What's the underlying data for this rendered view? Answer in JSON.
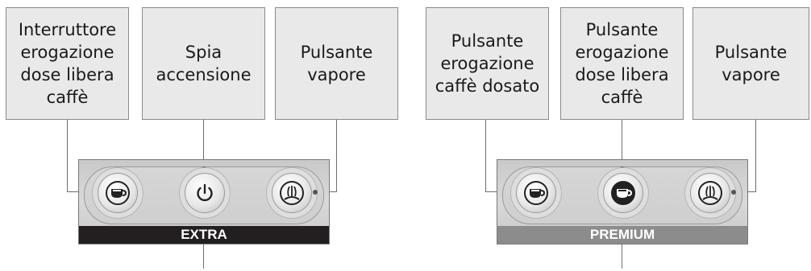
{
  "extra": {
    "labels": [
      "Interruttore\nerogazione\ndose libera\ncaffè",
      "Spia\naccensione",
      "Pulsante\nvapore"
    ],
    "name": "EXTRA",
    "bar_color": "#231f20"
  },
  "premium": {
    "labels": [
      "Pulsante\nerogazione\ncaffè dosato",
      "Pulsante\nerogazione\ndose libera\ncaffè",
      "Pulsante\nvapore"
    ],
    "name": "PREMIUM",
    "bar_color": "#8c8c8c"
  },
  "icons": {
    "extra": [
      "coffee-cup-icon",
      "power-icon",
      "steam-icon"
    ],
    "premium": [
      "coffee-cup-icon",
      "coffee-cup-icon",
      "steam-icon"
    ]
  }
}
